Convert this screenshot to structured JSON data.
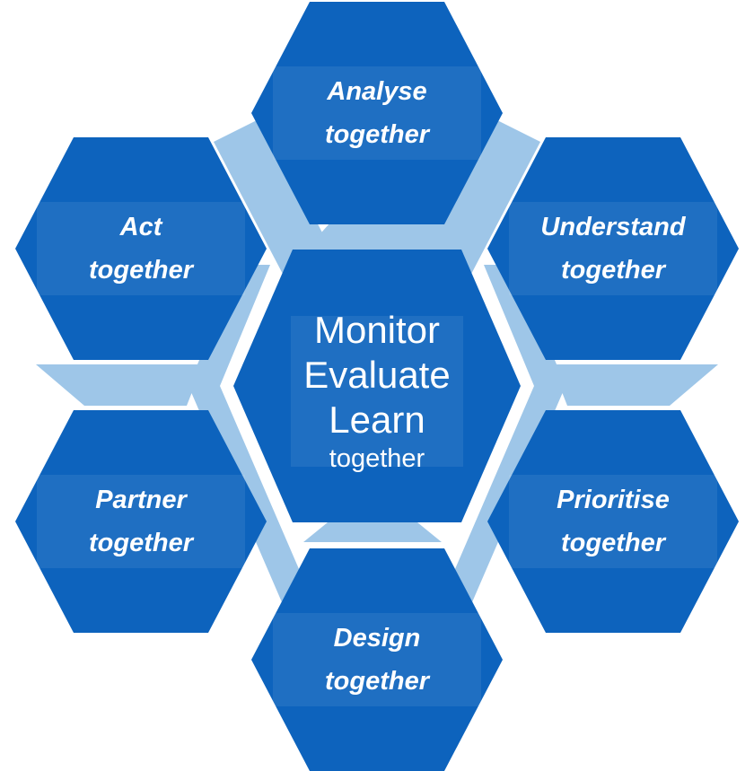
{
  "diagram": {
    "colors": {
      "hexagon_fill": "#0D63BD",
      "connector_fill": "#9EC6E8",
      "label_panel_fill": "rgba(255,255,255,0.08)",
      "text_color": "#FFFFFF",
      "background": "#FFFFFF"
    },
    "center": {
      "lines": [
        "Monitor",
        "Evaluate",
        "Learn"
      ],
      "subline": "together"
    },
    "satellites": [
      {
        "id": "analyse",
        "lines": [
          "Analyse",
          "together"
        ]
      },
      {
        "id": "understand",
        "lines": [
          "Understand",
          "together"
        ]
      },
      {
        "id": "prioritise",
        "lines": [
          "Prioritise",
          "together"
        ]
      },
      {
        "id": "design",
        "lines": [
          "Design",
          "together"
        ]
      },
      {
        "id": "partner",
        "lines": [
          "Partner",
          "together"
        ]
      },
      {
        "id": "act",
        "lines": [
          "Act",
          "together"
        ]
      }
    ]
  }
}
